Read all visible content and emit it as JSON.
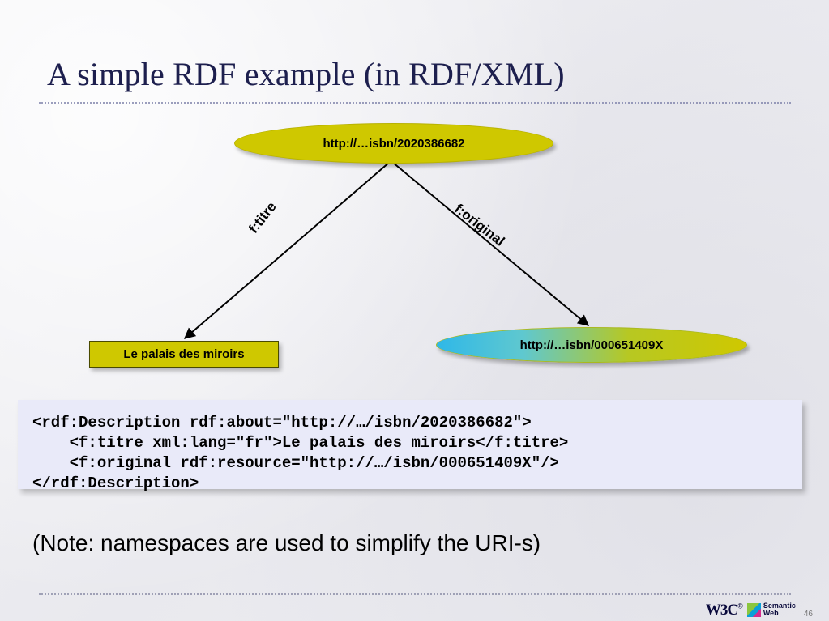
{
  "slide": {
    "title": "A simple RDF example (in RDF/XML)",
    "note": "(Note: namespaces are used to simplify the URI-s)",
    "page_number": "46"
  },
  "graph": {
    "nodes": [
      {
        "id": "subject",
        "label": "http://…isbn/2020386682",
        "shape": "ellipse"
      },
      {
        "id": "title-literal",
        "label": "Le palais des miroirs",
        "shape": "rectangle"
      },
      {
        "id": "original",
        "label": "http://…isbn/000651409X",
        "shape": "ellipse"
      }
    ],
    "edges": [
      {
        "label": "f:titre",
        "from": "subject",
        "to": "title-literal"
      },
      {
        "label": "f:original",
        "from": "subject",
        "to": "original"
      }
    ]
  },
  "code": {
    "lines": [
      "<rdf:Description rdf:about=\"http://…/isbn/2020386682\">",
      "    <f:titre xml:lang=\"fr\">Le palais des miroirs</f:titre>",
      "    <f:original rdf:resource=\"http://…/isbn/000651409X\"/>",
      "</rdf:Description>"
    ],
    "text": "<rdf:Description rdf:about=\"http://…/isbn/2020386682\">\n    <f:titre xml:lang=\"fr\">Le palais des miroirs</f:titre>\n    <f:original rdf:resource=\"http://…/isbn/000651409X\"/>\n</rdf:Description>"
  },
  "footer": {
    "w3c_label": "W3C",
    "semantic_label": "Semantic",
    "web_label": "Web"
  },
  "colors": {
    "node_yellow": "#cfc800",
    "node_blue": "#2fb8e8",
    "code_bg": "#e9eaf9",
    "title_color": "#1d1f4e"
  }
}
